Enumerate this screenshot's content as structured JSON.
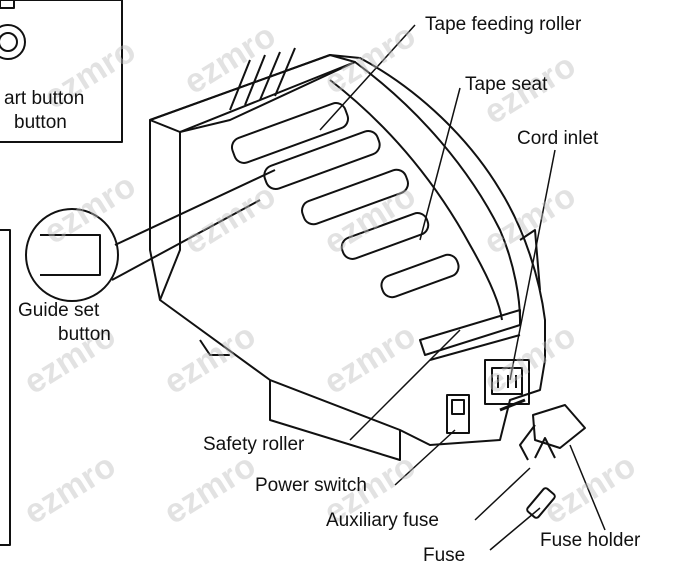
{
  "labels": {
    "tape_feeding_roller": "Tape feeding roller",
    "tape_seat": "Tape seat",
    "cord_inlet": "Cord inlet",
    "start_button_line1": "art button",
    "start_button_line2": "button",
    "guide_set_button_line1": "Guide set",
    "guide_set_button_line2": "button",
    "safety_roller": "Safety roller",
    "power_switch": "Power switch",
    "auxiliary_fuse": "Auxiliary fuse",
    "fuse": "Fuse",
    "fuse_holder": "Fuse holder"
  },
  "watermark": "ezmro",
  "colors": {
    "ink": "#111111",
    "panel": "#333333",
    "watermark": "#bebebe"
  }
}
